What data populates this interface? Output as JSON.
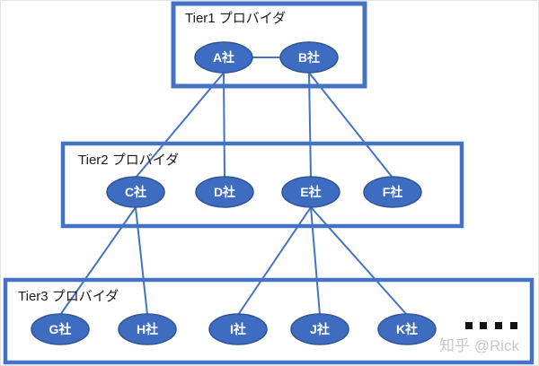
{
  "diagram": {
    "type": "tiered-network-diagram",
    "tiers": [
      {
        "label": "Tier1 プロバイダ",
        "nodes": [
          "A社",
          "B社"
        ]
      },
      {
        "label": "Tier2 プロバイダ",
        "nodes": [
          "C社",
          "D社",
          "E社",
          "F社"
        ]
      },
      {
        "label": "Tier3 プロバイダ",
        "nodes": [
          "G社",
          "H社",
          "I社",
          "J社",
          "K社"
        ]
      }
    ],
    "nodes": [
      {
        "id": "A",
        "label": "A社"
      },
      {
        "id": "B",
        "label": "B社"
      },
      {
        "id": "C",
        "label": "C社"
      },
      {
        "id": "D",
        "label": "D社"
      },
      {
        "id": "E",
        "label": "E社"
      },
      {
        "id": "F",
        "label": "F社"
      },
      {
        "id": "G",
        "label": "G社"
      },
      {
        "id": "H",
        "label": "H社"
      },
      {
        "id": "I",
        "label": "I社"
      },
      {
        "id": "J",
        "label": "J社"
      },
      {
        "id": "K",
        "label": "K社"
      }
    ],
    "edges": [
      {
        "from": "A社",
        "to": "B社"
      },
      {
        "from": "A社",
        "to": "C社"
      },
      {
        "from": "A社",
        "to": "D社"
      },
      {
        "from": "B社",
        "to": "E社"
      },
      {
        "from": "B社",
        "to": "F社"
      },
      {
        "from": "C社",
        "to": "G社"
      },
      {
        "from": "C社",
        "to": "H社"
      },
      {
        "from": "E社",
        "to": "I社"
      },
      {
        "from": "E社",
        "to": "J社"
      },
      {
        "from": "E社",
        "to": "K社"
      }
    ],
    "more_providers_indicator": "....",
    "colors": {
      "accent_blue": "#4472C4",
      "node_fill": "#3D6CC0",
      "node_stroke": "#2F5597",
      "node_text": "#ffffff",
      "label_text": "#1a1a1a",
      "watermark_gray": "#c9c9c9",
      "dot_black": "#111111",
      "background": "#ffffff"
    }
  },
  "watermark": {
    "text": "知乎 @Rick"
  }
}
